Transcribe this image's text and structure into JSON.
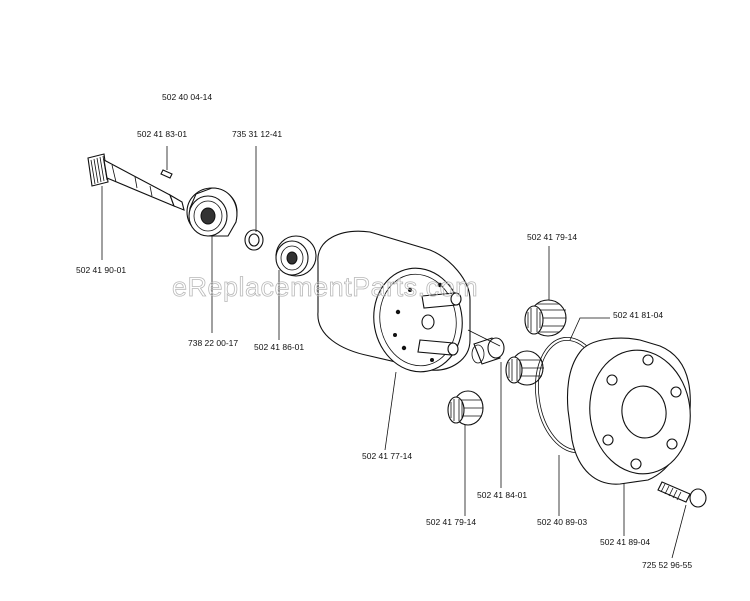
{
  "watermark": "eReplacementParts.com",
  "part_numbers": {
    "p_502_40_04_14": "502 40 04-14",
    "p_502_41_83_01": "502 41 83-01",
    "p_735_31_12_41": "735 31 12-41",
    "p_502_41_90_01": "502 41 90-01",
    "p_738_22_00_17": "738 22 00-17",
    "p_502_41_86_01": "502 41 86-01",
    "p_502_41_79_14_top": "502 41 79-14",
    "p_502_41_81_04": "502 41 81-04",
    "p_502_41_77_14": "502 41 77-14",
    "p_502_41_84_01": "502 41 84-01",
    "p_502_41_79_14_bottom": "502 41 79-14",
    "p_502_40_89_03": "502 40 89-03",
    "p_502_41_89_04": "502 41 89-04",
    "p_725_52_96_55": "725 52 96-55"
  }
}
